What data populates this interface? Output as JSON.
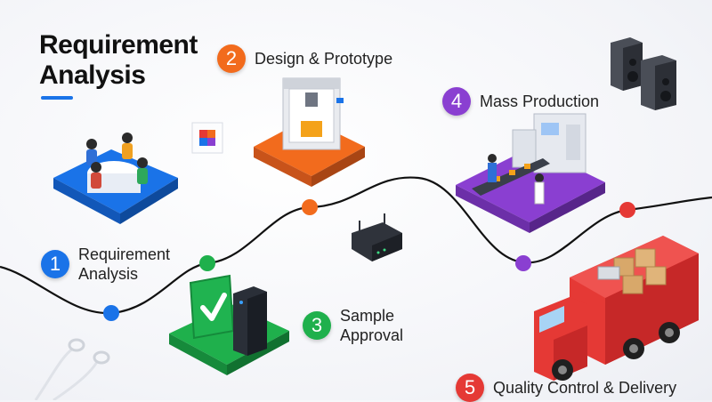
{
  "title": {
    "line1": "Requirement",
    "line2": "Analysis"
  },
  "colors": {
    "blue": "#1a73e8",
    "orange": "#f26b1d",
    "green": "#1fb04c",
    "purple": "#8a3fd1",
    "red": "#e53935",
    "path": "#111111"
  },
  "steps": [
    {
      "number": "1",
      "label_line1": "Requirement",
      "label_line2": "Analysis"
    },
    {
      "number": "2",
      "label": "Design & Prototype"
    },
    {
      "number": "3",
      "label_line1": "Sample",
      "label_line2": "Approval"
    },
    {
      "number": "4",
      "label": "Mass Production"
    },
    {
      "number": "5",
      "label": "Quality Control & Delivery"
    }
  ],
  "icons": {
    "platform1": "meeting-team-icon",
    "platform2": "3d-printer-icon",
    "platform3": "checkmark-approval-icon",
    "platform4": "factory-line-icon",
    "truck": "delivery-truck-icon",
    "decor": [
      "speakers-icon",
      "router-icon",
      "earphones-icon",
      "cube-icon",
      "server-tower-icon"
    ]
  }
}
